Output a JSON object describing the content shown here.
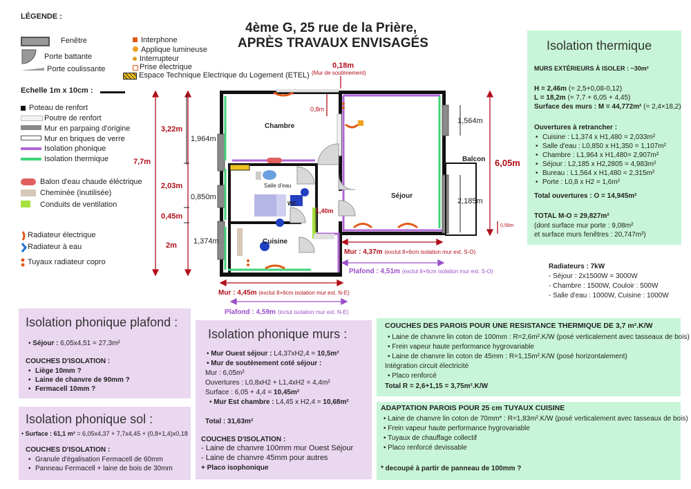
{
  "title": {
    "line1": "4ème G, 25 rue de la Prière,",
    "line2": "APRÈS TRAVAUX ENVISAGÉS"
  },
  "legend": {
    "heading": "LÉGENDE :",
    "fenetre": "Fenêtre",
    "porte_battante": "Porte battante",
    "porte_coulissante": "Porte coulissante",
    "interphone": "Interphone",
    "applique": "Applique lumineuse",
    "interrupteur": "Interrupteur",
    "prise": "Prise électrique",
    "etel": "Espace Technique Electrique du Logement (ETEL)",
    "echelle": "Echelle 1m x 10cm :",
    "poteau": "Poteau de renfort",
    "poutre": "Poutre de renfort",
    "parpaing": "Mur en parpaing d'origine",
    "briques": "Mur en briques de verre",
    "iso_phon": "Isolation phonique",
    "iso_therm": "Isolation thermique",
    "ballon": "Balon d'eau chaude éléctrique",
    "cheminee": "Cheminée (inutilisée)",
    "ventilation": "Conduits de ventilation",
    "rad_elec": "Radiateur électrique",
    "rad_eau": "Radiateur à eau",
    "tuyaux": "Tuyaux radiateur copro"
  },
  "rooms": {
    "chambre": "Chambre",
    "sdb": "Salle d'eau",
    "wc": "WC",
    "sejour": "Séjour",
    "cuisine": "Cuisine",
    "balcon": "Balcon"
  },
  "dims": {
    "total_h": "7,7m",
    "d322": "3,22m",
    "d203": "2,03m",
    "d045": "0,45m",
    "d2m": "2m",
    "d1964": "1,964m",
    "d0850": "0,850m",
    "d1374": "1,374m",
    "d018": "0,18m",
    "d018_note": "(Mur de soutènement)",
    "d08": "0,8m",
    "d140": "1,40m",
    "d1564": "1,564m",
    "d2185": "2,185m",
    "d605": "6,05m",
    "d058": "0,58m",
    "mur437": "Mur : 4,37m",
    "mur437_note": "(exclut 8+6cm isolation mur ext. S-O)",
    "plaf451": "Plafond : 4,51m",
    "plaf451_note": "(exclut 8+6cm isolation mur ext. S-O)",
    "mur445": "Mur : 4,45m",
    "mur445_note": "(exclut 8+6cm isolation mur ext. N-E)",
    "plaf459": "Plafond : 4,59m",
    "plaf459_note": "(inclut isolation mur ext. N-E)"
  },
  "thermique": {
    "title": "Isolation thermique",
    "murs": "MURS EXTÉRIEURS À ISOLER : ~30m²",
    "h": "H = 2,46m",
    "h_note": "(= 2,5+0,08-0,12)",
    "l": "L = 18,2m",
    "l_note": "(= 7,7 + 6,05 + 4,45)",
    "surf": "Surface des murs : M = 44,772m²",
    "surf_note": "(= 2,4×18,2)",
    "ouv_title": "Ouvertures à retrancher :",
    "ouv": [
      "Cuisine : L1,374 x H1,480 = 2,033m²",
      "Salle d'eau : L0,850 x H1,350 = 1,107m²",
      "Chambre : L1,964 x H1,480= 2,907m²",
      "Séjour : L2,185 x H2,2805 = 4,983m²",
      "Bureau : L1,564 x H1,480 = 2,315m²",
      "Porte : L0,8 x H2 = 1,6m²"
    ],
    "total_ouv": "Total ouvertures : O = 14,945m²",
    "total_mo": "TOTAL  M-O = 29,827m²",
    "porte_note": "(dont surface mur porte : 9,08m²",
    "fen_note": "et surface murs fenêtres : 20,747m²)"
  },
  "radiateurs": {
    "title": "Radiateurs : 7kW",
    "items": [
      "- Séjour : 2x1500W  = 3000W",
      "- Chambre : 1500W, Couloir : 500W",
      "- Salle d'eau : 1000W, Cuisine : 1000W"
    ]
  },
  "plafond_panel": {
    "title": "Isolation phonique plafond :",
    "sejour": "Séjour :",
    "sejour_val": "6,05x4,51 = 27,3m²",
    "couches": "COUCHES D'ISOLATION :",
    "items": [
      "Liège 10mm ?",
      "Laine de chanvre de 90mm ?",
      "Fermacell 10mm ?"
    ]
  },
  "sol_panel": {
    "title": "Isolation phonique sol :",
    "surface_label": "Surface : 61,1 m²",
    "surface_calc": "= 6,05x4,37 + 7,7x4,45 + (0,8+1,4)x0,18",
    "couches": "COUCHES D'ISOLATION :",
    "items": [
      "Granule d'égalisation Fermacell de 60mm",
      "Panneau Fermacell + laine de bois de 30mm"
    ]
  },
  "murs_panel": {
    "title": "Isolation phonique murs :",
    "l1a": "Mur Ouest séjour :",
    "l1b": "L4,37xH2,4 = ",
    "l1c": "10,5m²",
    "l2": "Mur de soutènement coté séjour :",
    "l3": "Mur : 6,05m²",
    "l4": "Ouvertures : L0,8xH2 + L1,4xH2 = 4,4m²",
    "l5a": "Surface : 6,05 + 4,4 = ",
    "l5b": "10,45m²",
    "l6a": "Mur Est chambre :",
    "l6b": "L4,45 x H2,4 = ",
    "l6c": "10,68m²",
    "total": "Total : 31,63m²",
    "couches": "COUCHES D'ISOLATION :",
    "c1": "- Laine de chanvre 100mm  mur Ouest Séjour",
    "c2": "- Laine de chanvre 45mm pour autres",
    "c3": "+ Placo isophonique"
  },
  "parois_panel": {
    "title": "COUCHES DES PAROIS POUR UNE RESISTANCE THERMIQUE DE 3,7 m².K/W",
    "l1": "Laine de chanvre lin coton de 100mm : R=2,6m².K/W (posé verticalement avec tasseaux de bois)",
    "l2": "Frein vapeur haute performance hygrovariable",
    "l3": "Laine de chanvre  lin coton de 45mm : R=1,15m².K/W (posé horizontalement)",
    "l4": "Intégration circuit électricité",
    "l5": "Placo renforcé",
    "total": "Total R = 2,6+1,15 = 3,75m².K/W"
  },
  "cuisine_panel": {
    "title": "ADAPTATION PAROIS POUR 25 cm TUYAUX CUISINE",
    "l1": "Laine de chanvre  lin coton de 70mm* : R=1,83m².K/W (posé verticalement avec tasseaux de bois)",
    "l2": "Frein vapeur haute performance hygrovariable",
    "l3": "Tuyaux de chauffage collectif",
    "l4": "Placo renforcé devissable",
    "note": "* decoupé à partir de panneau de 100mm ?"
  },
  "colors": {
    "red": "#b10f1a",
    "purple": "#b266d6",
    "green": "#3fd27a",
    "panel_green": "#c8f5d9",
    "panel_purple": "#ead7f0"
  }
}
